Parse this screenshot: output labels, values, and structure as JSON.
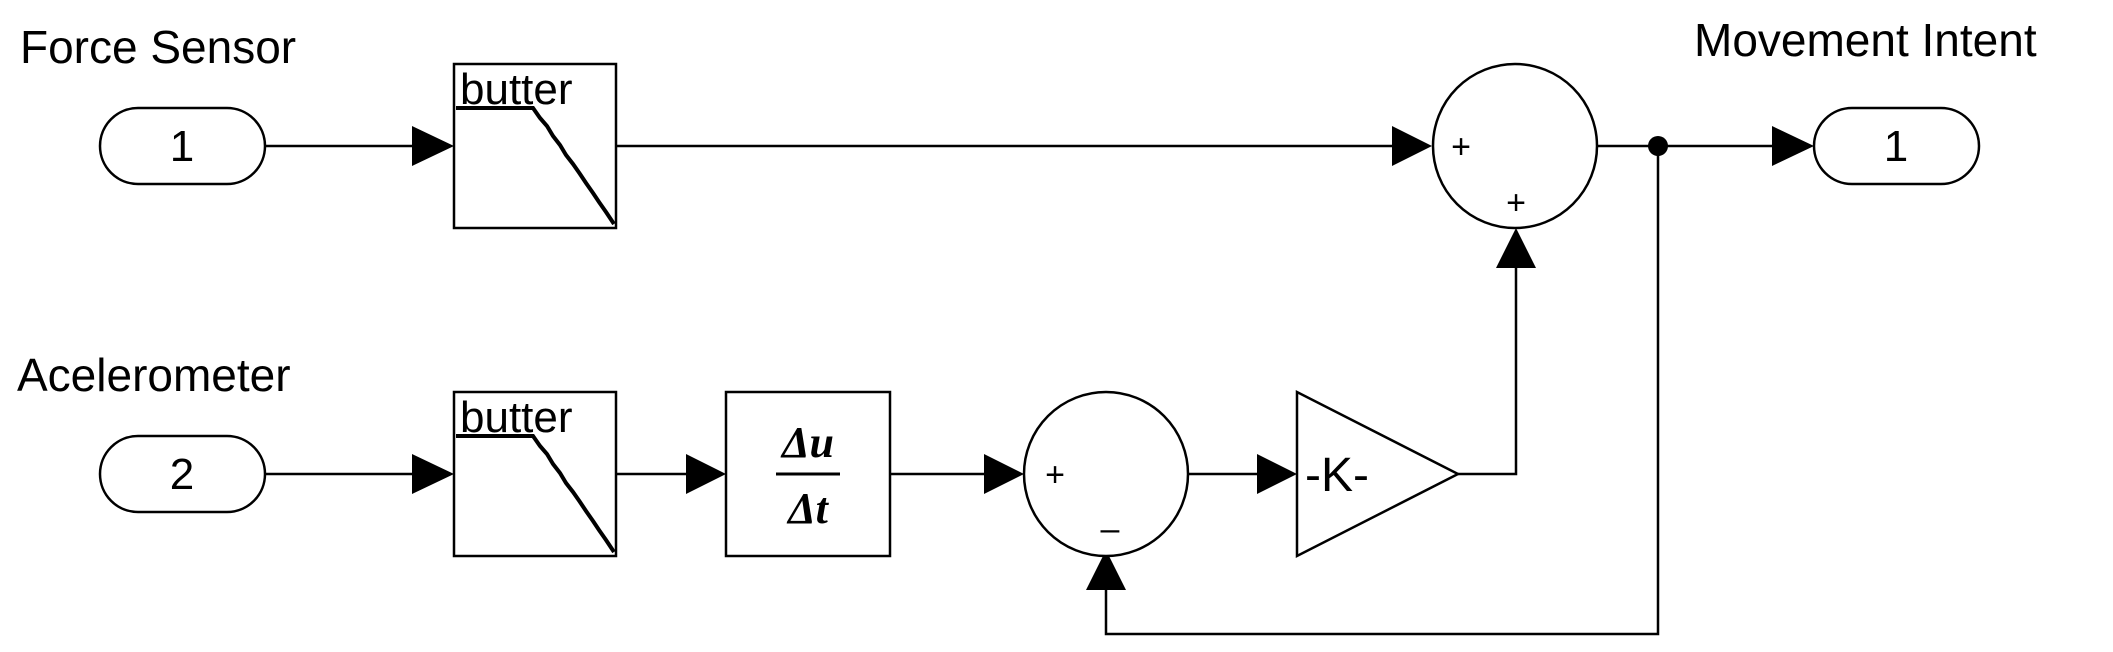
{
  "inports": [
    {
      "number": "1",
      "label": "Force Sensor"
    },
    {
      "number": "2",
      "label": "Acelerometer"
    }
  ],
  "outports": [
    {
      "number": "1",
      "label": "Movement Intent"
    }
  ],
  "filters": [
    {
      "label": "butter"
    },
    {
      "label": "butter"
    }
  ],
  "derivative": {
    "numerator": "Δu",
    "denominator": "Δt"
  },
  "sum_top": {
    "signs": [
      "+",
      "+"
    ]
  },
  "sum_bottom": {
    "signs": [
      "+",
      "–"
    ]
  },
  "gain": {
    "label": "-K-"
  }
}
